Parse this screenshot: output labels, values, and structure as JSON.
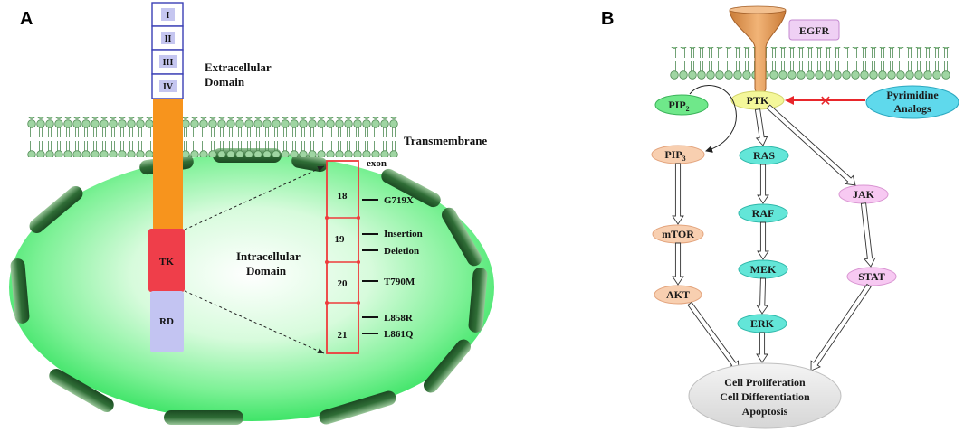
{
  "panel_a": {
    "letter": "A",
    "domains": [
      "I",
      "II",
      "III",
      "IV"
    ],
    "extracellular_label_line1": "Extracellular",
    "extracellular_label_line2": "Domain",
    "transmembrane_label": "Transmembrane",
    "intracellular_label_line1": "Intracellular",
    "intracellular_label_line2": "Domain",
    "tk_label": "TK",
    "rd_label": "RD",
    "exon_header": "exon",
    "exons": [
      "18",
      "19",
      "20",
      "21"
    ],
    "mutations": [
      "G719X",
      "Insertion",
      "Deletion",
      "T790M",
      "L858R",
      "L861Q"
    ],
    "colors": {
      "domain_fill": "#c5c6f0",
      "domain_border": "#3a3fb5",
      "receptor_orange": "#f7941d",
      "tk_red": "#ef3e4a",
      "rd_lavender": "#c3c4f2",
      "exon_border": "#ee3b3b",
      "cell_green": "#5ef07e",
      "membrane_green": "#8bc98f"
    }
  },
  "panel_b": {
    "letter": "B",
    "egfr_label": "EGFR",
    "pyrimidine_line1": "Pyrimidine",
    "pyrimidine_line2": "Analogs",
    "inhibit_mark": "✕",
    "nodes": {
      "ptk": "PTK",
      "pip2_main": "PIP",
      "pip2_sub": "2",
      "pip3_main": "PIP",
      "pip3_sub": "3",
      "mtor": "mTOR",
      "akt": "AKT",
      "ras": "RAS",
      "raf": "RAF",
      "mek": "MEK",
      "erk": "ERK",
      "jak": "JAK",
      "stat": "STAT"
    },
    "outcome_line1": "Cell Proliferation",
    "outcome_line2": "Cell Differentiation",
    "outcome_line3": "Apoptosis",
    "colors": {
      "ptk_fill": "#f4f79a",
      "pip2_fill": "#6fe88a",
      "pip3_fill": "#f8cfb0",
      "ras_fill": "#63e6d8",
      "jak_fill": "#f7c9f2",
      "pyrimidine_fill": "#5fd9ec",
      "egfr_box_fill": "#efd0f4",
      "receptor_fill": "#e09a55",
      "outcome_fill": "#e6e6e6",
      "inhibit_red": "#e8262b"
    }
  }
}
